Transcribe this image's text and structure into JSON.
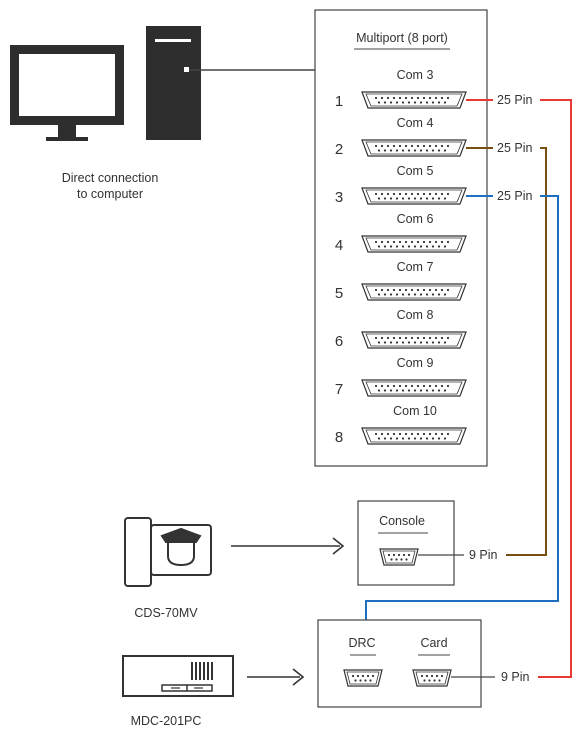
{
  "multiport": {
    "title": "Multiport (8 port)",
    "ports": [
      {
        "number": "1",
        "label": "Com 3"
      },
      {
        "number": "2",
        "label": "Com 4"
      },
      {
        "number": "3",
        "label": "Com 5"
      },
      {
        "number": "4",
        "label": "Com 6"
      },
      {
        "number": "5",
        "label": "Com 7"
      },
      {
        "number": "6",
        "label": "Com 8"
      },
      {
        "number": "7",
        "label": "Com 9"
      },
      {
        "number": "8",
        "label": "Com 10"
      }
    ]
  },
  "computer": {
    "caption_line1": "Direct connection",
    "caption_line2": "to computer"
  },
  "cables": [
    {
      "label": "25 Pin",
      "color": "#e53935"
    },
    {
      "label": "25 Pin",
      "color": "#7a4e12"
    },
    {
      "label": "25 Pin",
      "color": "#1e6fbf"
    }
  ],
  "console": {
    "title": "Console",
    "pin_label": "9 Pin"
  },
  "drc_card": {
    "drc_label": "DRC",
    "card_label": "Card",
    "pin_label": "9 Pin"
  },
  "devices": {
    "cds_label": "CDS-70MV",
    "mdc_label": "MDC-201PC"
  },
  "colors": {
    "red": "#e53935",
    "brown": "#7a4e12",
    "blue": "#1e6fbf",
    "line": "#444444",
    "dark": "#2e2e2e"
  }
}
